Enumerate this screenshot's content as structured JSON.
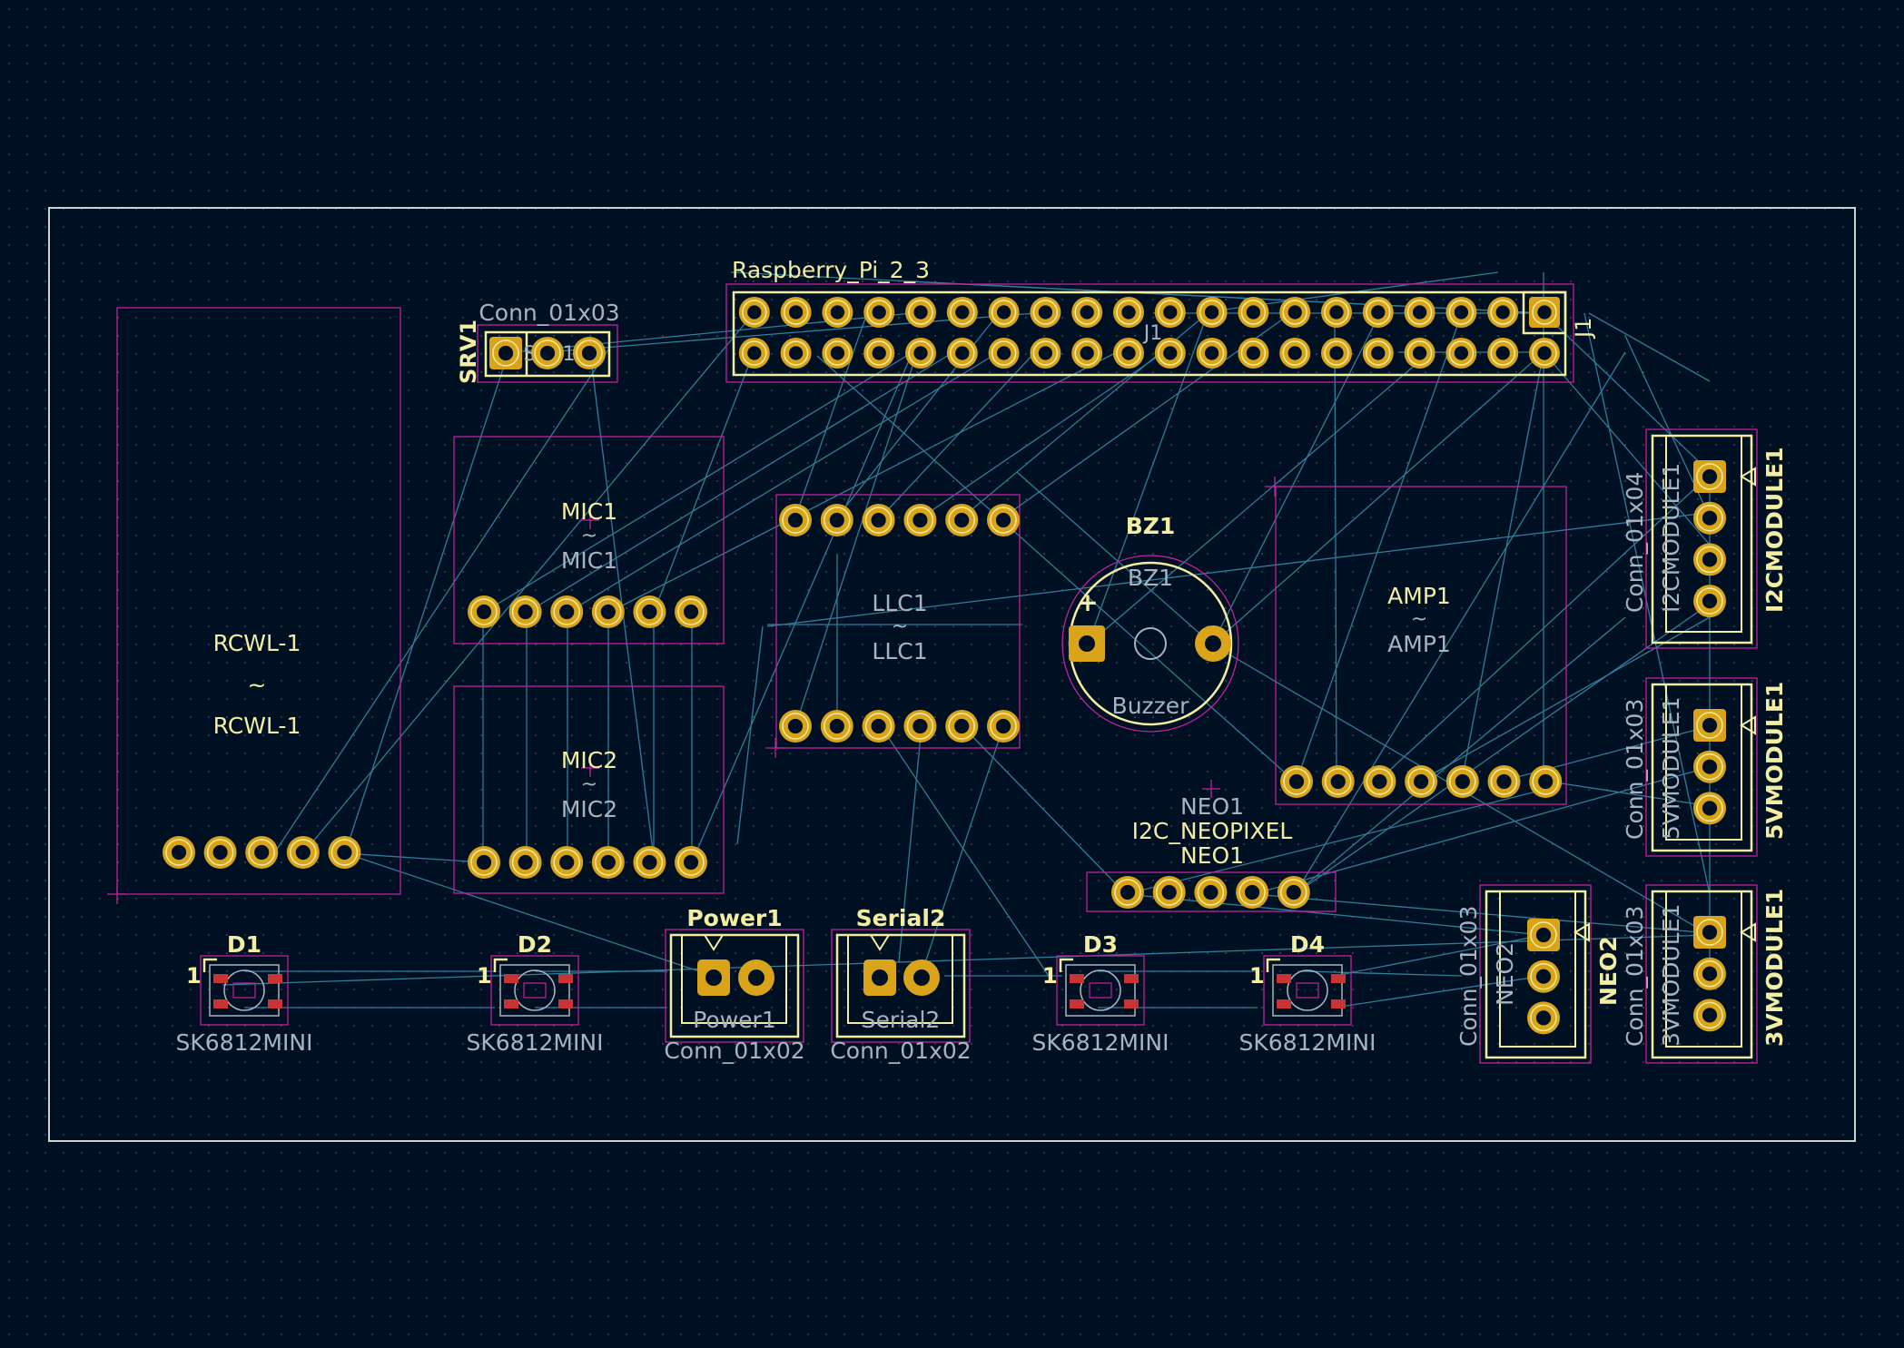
{
  "colors": {
    "background": "#001023",
    "board_edge": "#d0d2cd",
    "courtyard": "#c2209c",
    "ratsnest": "#2f7d99",
    "pad": "#d9a41a",
    "silk": "#f2eda1",
    "fab": "#a8b3bf",
    "smd_pad": "#c83434"
  },
  "components": {
    "rcwl": {
      "ref": "RCWL-1",
      "tilde": "~",
      "value": "RCWL-1"
    },
    "srv1": {
      "ref": "SRV1",
      "value": "Conn_01x03",
      "fab": "SRV1"
    },
    "j1": {
      "value": "Raspberry_Pi_2_3",
      "ref": "J1",
      "fab": "J1"
    },
    "mic1": {
      "ref": "MIC1",
      "tilde": "~",
      "value": "MIC1"
    },
    "mic2": {
      "ref": "MIC2",
      "tilde": "~",
      "value": "MIC2"
    },
    "llc1": {
      "ref": "LLC1",
      "tilde": "~",
      "value": "LLC1"
    },
    "bz1": {
      "ref": "BZ1",
      "fab": "BZ1",
      "value": "Buzzer",
      "plus": "+"
    },
    "amp1": {
      "ref": "AMP1",
      "tilde": "~",
      "value": "AMP1"
    },
    "neo1": {
      "ref": "NEO1",
      "value": "I2C_NEOPIXEL",
      "fab": "NEO1"
    },
    "i2cmodule1": {
      "ref": "I2CMODULE1",
      "value": "Conn_01x04",
      "fab": "I2CMODULE1"
    },
    "fivevmodule1": {
      "ref": "5VMODULE1",
      "value": "Conn_01x03",
      "fab": "5VMODULE1"
    },
    "threevmodule1": {
      "ref": "3VMODULE1",
      "value": "Conn_01x03",
      "fab": "3VMODULE1"
    },
    "neo2": {
      "ref": "NEO2",
      "value": "Conn_01x03",
      "fab": "NEO2"
    },
    "power1": {
      "ref": "Power1",
      "value": "Conn_01x02",
      "fab": "Power1"
    },
    "serial2": {
      "ref": "Serial2",
      "value": "Conn_01x02",
      "fab": "Serial2"
    },
    "leds": [
      {
        "ref": "D1",
        "value": "SK6812MINI",
        "pin": "1"
      },
      {
        "ref": "D2",
        "value": "SK6812MINI",
        "pin": "1"
      },
      {
        "ref": "D3",
        "value": "SK6812MINI",
        "pin": "1"
      },
      {
        "ref": "D4",
        "value": "SK6812MINI",
        "pin": "1"
      }
    ]
  }
}
